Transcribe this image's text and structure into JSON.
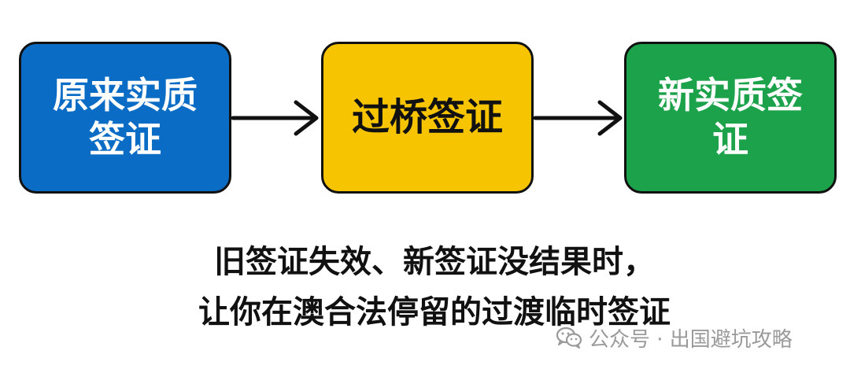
{
  "boxes": [
    {
      "label": "原来实质签证",
      "color": "#0a6cc4"
    },
    {
      "label": "过桥签证",
      "color": "#f6c400"
    },
    {
      "label": "新实质签证",
      "color": "#1ca24a"
    }
  ],
  "arrows": [
    {
      "from": "原来实质签证",
      "to": "过桥签证"
    },
    {
      "from": "过桥签证",
      "to": "新实质签证"
    }
  ],
  "caption": {
    "line1": "旧签证失效、新签证没结果时，",
    "line2": "让你在澳合法停留的过渡临时签证"
  },
  "watermark": {
    "icon": "wechat-icon",
    "text": "公众号 · 出国避坑攻略"
  }
}
